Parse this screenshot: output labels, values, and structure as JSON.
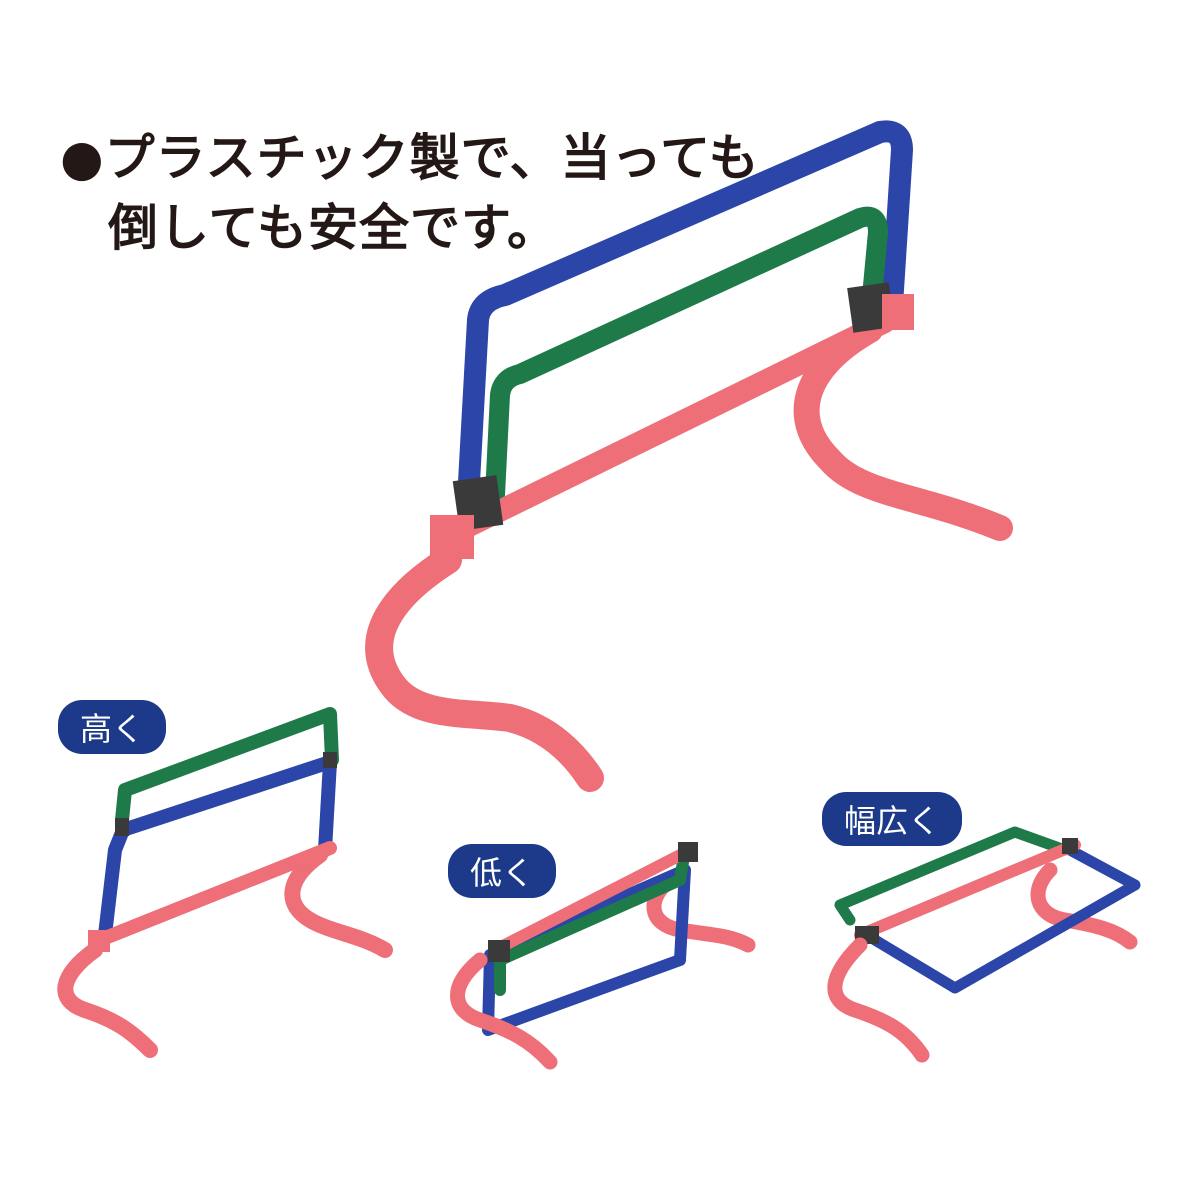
{
  "headline": {
    "line1": "●プラスチック製で、当っても",
    "line2": "倒しても安全です。"
  },
  "variants": {
    "high": "高く",
    "low": "低く",
    "wide": "幅広く"
  },
  "colors": {
    "blue": "#2b45a8",
    "green": "#1f7a4a",
    "pink": "#ee6f78",
    "badge": "#1d3a8a",
    "joint": "#3a3a3a"
  }
}
